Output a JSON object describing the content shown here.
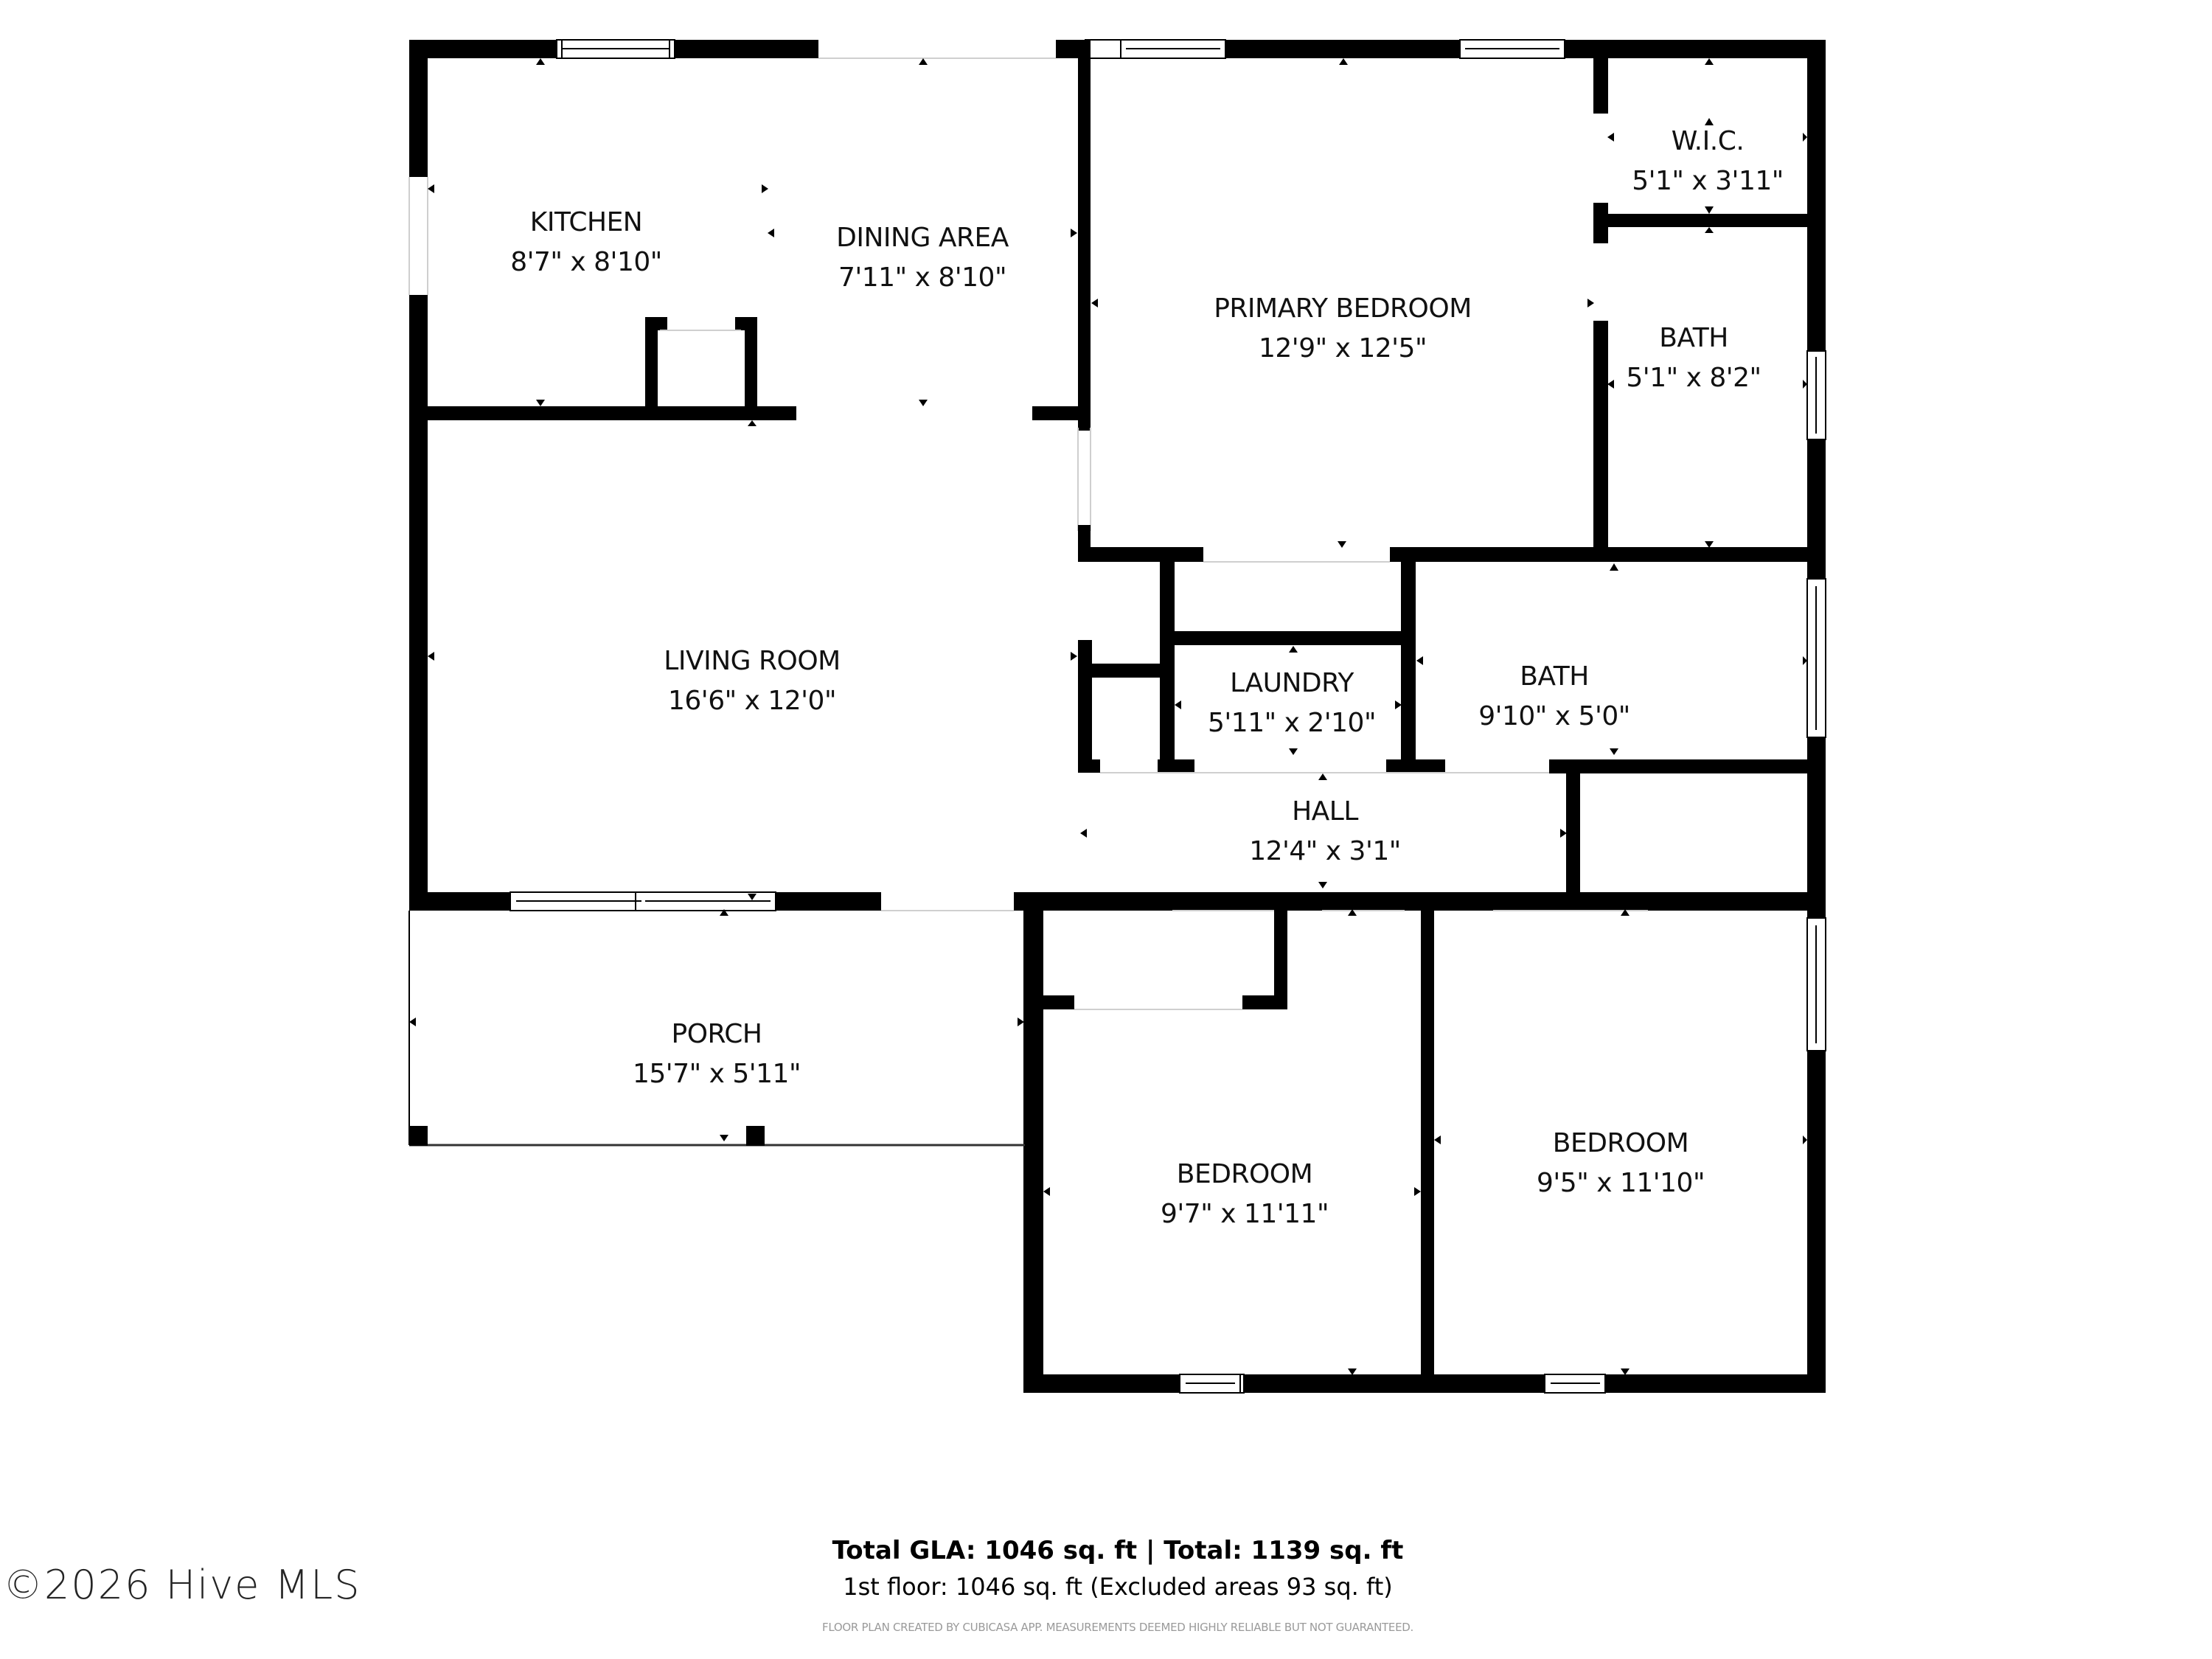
{
  "rooms": {
    "kitchen": {
      "name": "KITCHEN",
      "dims": "8'7\" x 8'10\""
    },
    "dining": {
      "name": "DINING AREA",
      "dims": "7'11\" x 8'10\""
    },
    "primary_bedroom": {
      "name": "PRIMARY BEDROOM",
      "dims": "12'9\" x 12'5\""
    },
    "wic": {
      "name": "W.I.C.",
      "dims": "5'1\" x 3'11\""
    },
    "primary_bath": {
      "name": "BATH",
      "dims": "5'1\" x 8'2\""
    },
    "living_room": {
      "name": "LIVING ROOM",
      "dims": "16'6\" x 12'0\""
    },
    "laundry": {
      "name": "LAUNDRY",
      "dims": "5'11\" x 2'10\""
    },
    "hall_bath": {
      "name": "BATH",
      "dims": "9'10\" x 5'0\""
    },
    "hall": {
      "name": "HALL",
      "dims": "12'4\" x 3'1\""
    },
    "porch": {
      "name": "PORCH",
      "dims": "15'7\" x 5'11\""
    },
    "bedroom_1": {
      "name": "BEDROOM",
      "dims": "9'7\" x 11'11\""
    },
    "bedroom_2": {
      "name": "BEDROOM",
      "dims": "9'5\" x 11'10\""
    }
  },
  "summary": {
    "total_line": "Total GLA: 1046 sq. ft | Total: 1139 sq. ft",
    "floor_line": "1st floor: 1046 sq. ft (Excluded areas 93 sq. ft)"
  },
  "disclaimer": "FLOOR PLAN CREATED BY CUBICASA APP. MEASUREMENTS DEEMED HIGHLY RELIABLE BUT NOT GUARANTEED.",
  "copyright": "©2026 Hive MLS",
  "colors": {
    "wall": "#000000",
    "background": "#ffffff",
    "disclaimer": "#9a9a9a"
  }
}
